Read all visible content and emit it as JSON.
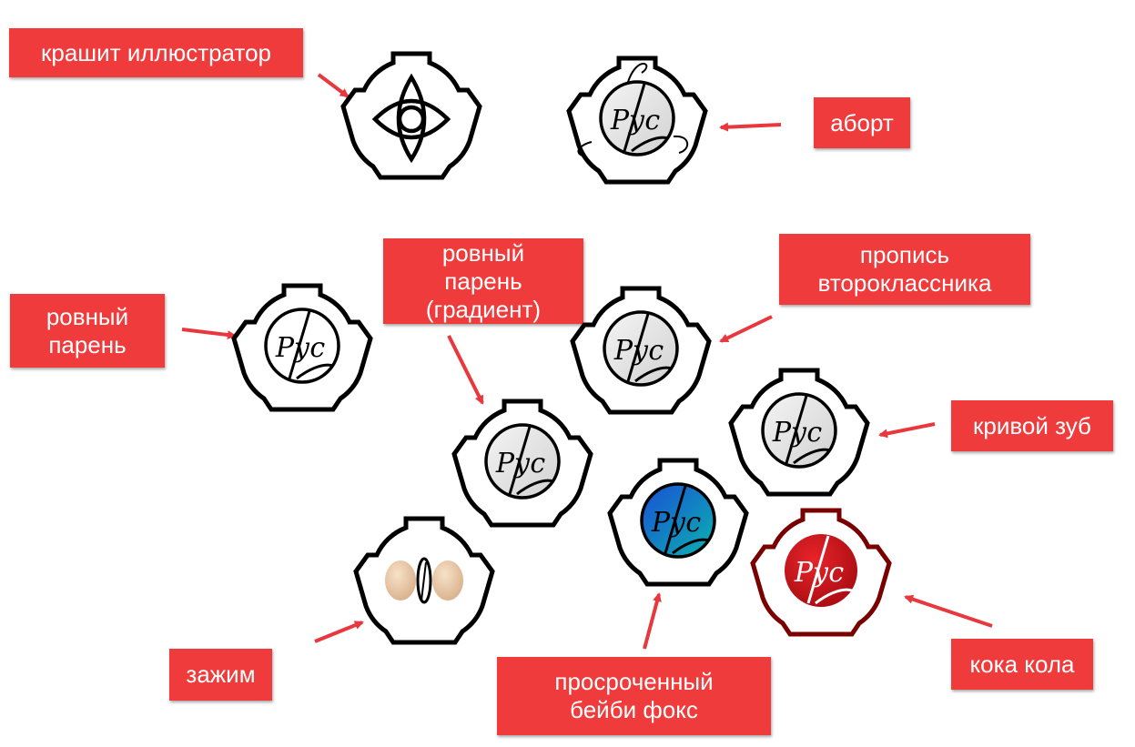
{
  "labels": {
    "crash": "крашит иллюстратор",
    "abort": "аборт",
    "flat": "ровный\nпарень",
    "flat_gradient": "ровный\nпарень\n(градиент)",
    "cursive": "пропись\nвтороклассника",
    "tooth": "кривой зуб",
    "clamp": "зажим",
    "fox": "просроченный\nбейби фокс",
    "coke": "кока кола"
  },
  "logo_text": "Рус",
  "colors": {
    "label_bg": "#ef3b3b",
    "label_text": "#ffffff",
    "arrow": "#e8383d",
    "logo_stroke": "#000000",
    "logo_fill": "#e6e6e6",
    "fox_blue": "#1a6fd6",
    "fox_teal": "#0aa6b5",
    "coke_red": "#d0141b",
    "coke_dark": "#7a0000"
  }
}
